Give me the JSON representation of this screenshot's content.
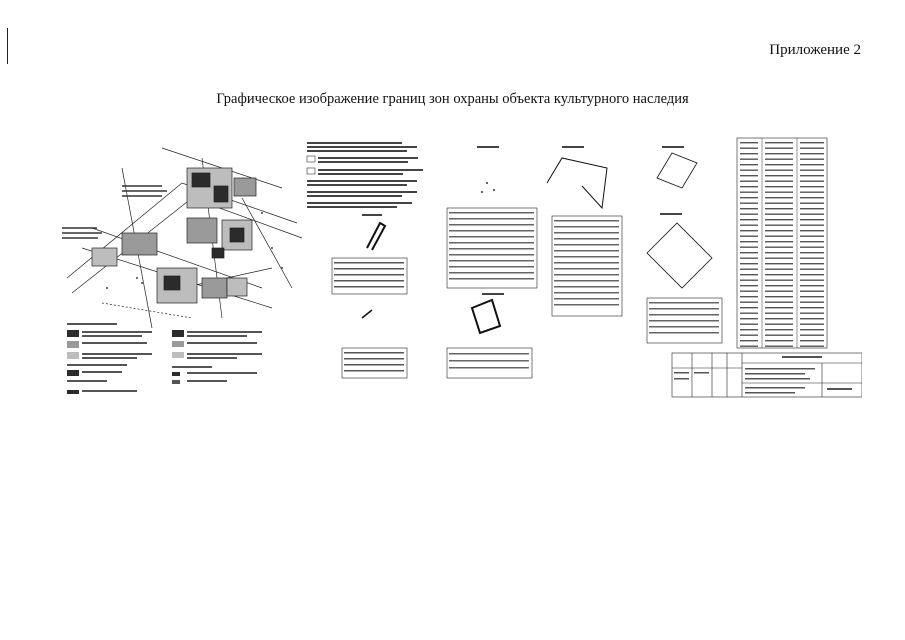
{
  "header": {
    "appendix_label": "Приложение 2"
  },
  "document": {
    "title": "Графическое изображение границ зон охраны объекта культурного наследия"
  },
  "drawing": {
    "description_icon": "blueprint-scan",
    "colors": {
      "ink": "#111111",
      "fill_dark": "#2b2b2b",
      "fill_mid": "#9a9a9a",
      "paper": "#ffffff"
    },
    "scan_legible_text": false
  }
}
